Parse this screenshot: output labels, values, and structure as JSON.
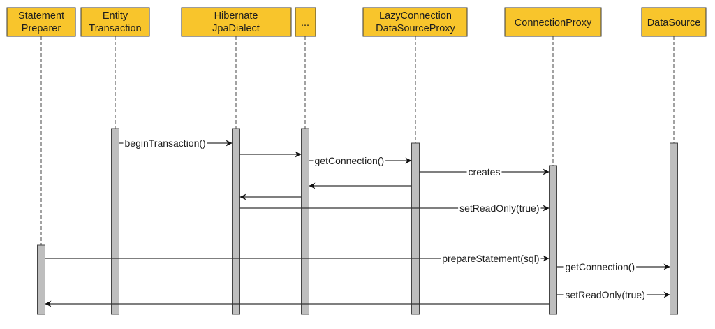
{
  "diagram": {
    "type": "sequence",
    "header_color": "#F8C52C",
    "activation_color": "#BEBEBE",
    "participants": [
      {
        "id": "sp",
        "lines": [
          "Statement",
          "Preparer"
        ]
      },
      {
        "id": "et",
        "lines": [
          "Entity",
          "Transaction"
        ]
      },
      {
        "id": "hj",
        "lines": [
          "Hibernate",
          "JpaDialect"
        ]
      },
      {
        "id": "dots",
        "lines": [
          "..."
        ]
      },
      {
        "id": "lc",
        "lines": [
          "LazyConnection",
          "DataSourceProxy"
        ]
      },
      {
        "id": "cp",
        "lines": [
          "ConnectionProxy"
        ]
      },
      {
        "id": "ds",
        "lines": [
          "DataSource"
        ]
      }
    ],
    "messages": [
      {
        "from": "et",
        "to": "hj",
        "label": "beginTransaction()"
      },
      {
        "from": "hj",
        "to": "dots",
        "label": ""
      },
      {
        "from": "dots",
        "to": "lc",
        "label": "getConnection()"
      },
      {
        "from": "lc",
        "to": "cp",
        "label": "creates"
      },
      {
        "from": "lc",
        "to": "dots",
        "label": ""
      },
      {
        "from": "dots",
        "to": "hj",
        "label": ""
      },
      {
        "from": "hj",
        "to": "cp",
        "label": "setReadOnly(true)"
      },
      {
        "from": "sp",
        "to": "cp",
        "label": "prepareStatement(sql)"
      },
      {
        "from": "cp",
        "to": "ds",
        "label": "getConnection()"
      },
      {
        "from": "cp",
        "to": "ds",
        "label": "setReadOnly(true)"
      },
      {
        "from": "cp",
        "to": "sp",
        "label": ""
      }
    ]
  }
}
